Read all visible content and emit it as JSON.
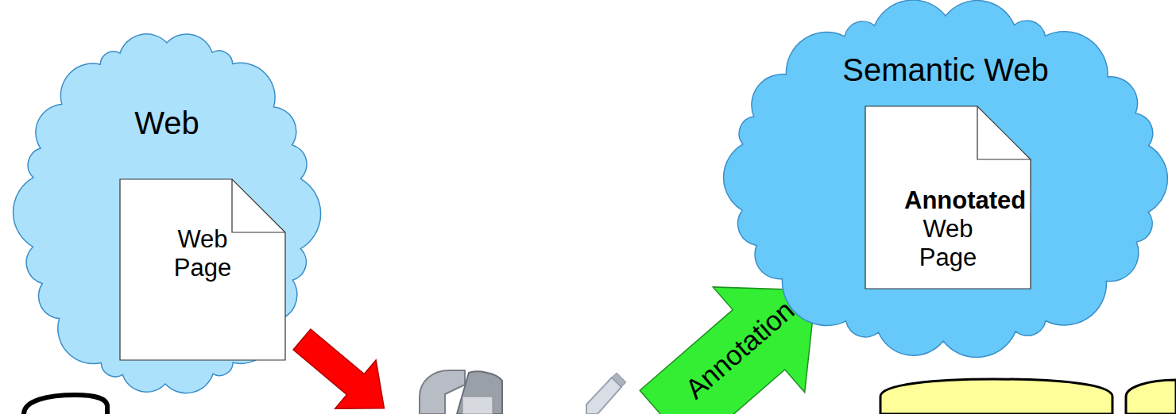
{
  "diagram": {
    "nodes": [
      {
        "text": [
          "Web"
        ]
      },
      {
        "text": [
          "Web Page"
        ],
        "in": 0
      },
      {
        "text": [
          "Semantic Web"
        ]
      },
      {
        "text": [
          "Annotated",
          "Web Page"
        ],
        "in": 2
      }
    ],
    "labels": [
      "Annotation"
    ]
  }
}
